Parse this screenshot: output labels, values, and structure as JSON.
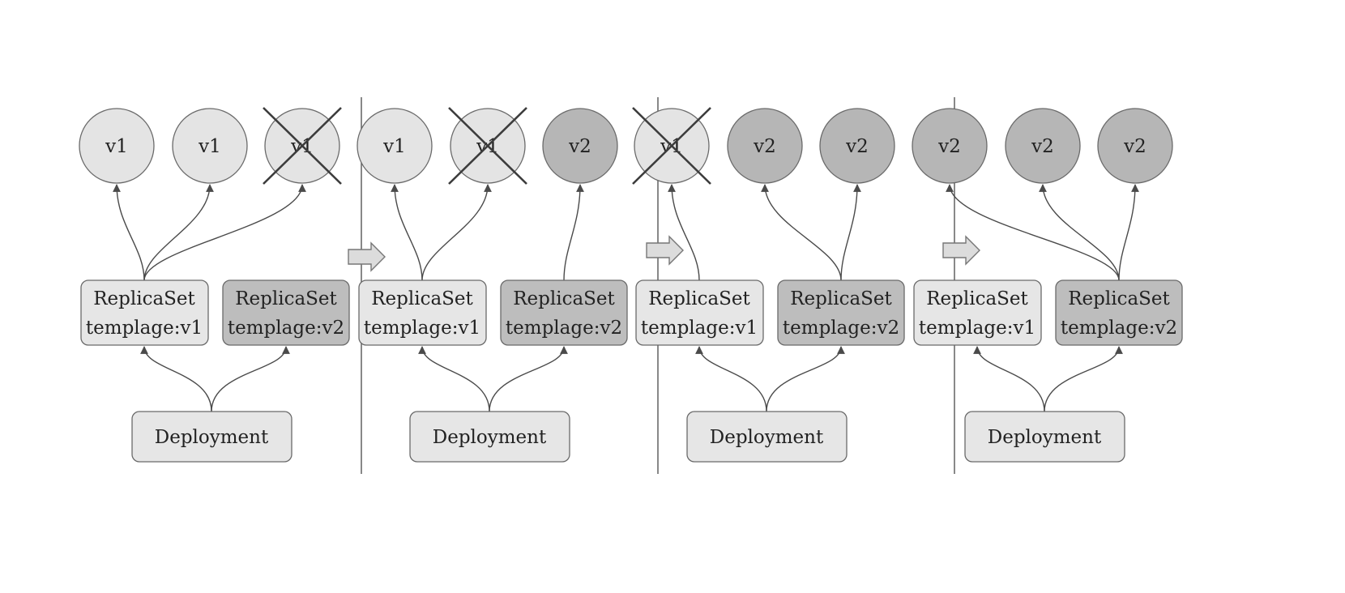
{
  "colors": {
    "v1_fill": "#e4e4e4",
    "v2_fill": "#b6b6b6",
    "box_light": "#e6e6e6",
    "box_dark": "#bdbdbd",
    "stroke": "#6a6a6a",
    "arrow": "#4a4a4a",
    "cross": "#3c3c3c",
    "step_arrow_fill": "#dcdcdc"
  },
  "stages": [
    {
      "pods": [
        {
          "label": "v1",
          "version": "v1",
          "deleted": false
        },
        {
          "label": "v1",
          "version": "v1",
          "deleted": false
        },
        {
          "label": "v1",
          "version": "v1",
          "deleted": true
        }
      ],
      "replicasets": [
        {
          "line1": "ReplicaSet",
          "line2": "templage:v1",
          "version": "v1"
        },
        {
          "line1": "ReplicaSet",
          "line2": "templage:v2",
          "version": "v2"
        }
      ],
      "deployment": "Deployment"
    },
    {
      "pods": [
        {
          "label": "v1",
          "version": "v1",
          "deleted": false
        },
        {
          "label": "v1",
          "version": "v1",
          "deleted": true
        },
        {
          "label": "v2",
          "version": "v2",
          "deleted": false
        }
      ],
      "replicasets": [
        {
          "line1": "ReplicaSet",
          "line2": "templage:v1",
          "version": "v1"
        },
        {
          "line1": "ReplicaSet",
          "line2": "templage:v2",
          "version": "v2"
        }
      ],
      "deployment": "Deployment"
    },
    {
      "pods": [
        {
          "label": "v1",
          "version": "v1",
          "deleted": true
        },
        {
          "label": "v2",
          "version": "v2",
          "deleted": false
        },
        {
          "label": "v2",
          "version": "v2",
          "deleted": false
        }
      ],
      "replicasets": [
        {
          "line1": "ReplicaSet",
          "line2": "templage:v1",
          "version": "v1"
        },
        {
          "line1": "ReplicaSet",
          "line2": "templage:v2",
          "version": "v2"
        }
      ],
      "deployment": "Deployment"
    },
    {
      "pods": [
        {
          "label": "v2",
          "version": "v2",
          "deleted": false
        },
        {
          "label": "v2",
          "version": "v2",
          "deleted": false
        },
        {
          "label": "v2",
          "version": "v2",
          "deleted": false
        }
      ],
      "replicasets": [
        {
          "line1": "ReplicaSet",
          "line2": "templage:v1",
          "version": "v1"
        },
        {
          "line1": "ReplicaSet",
          "line2": "templage:v2",
          "version": "v2"
        }
      ],
      "deployment": "Deployment"
    }
  ]
}
